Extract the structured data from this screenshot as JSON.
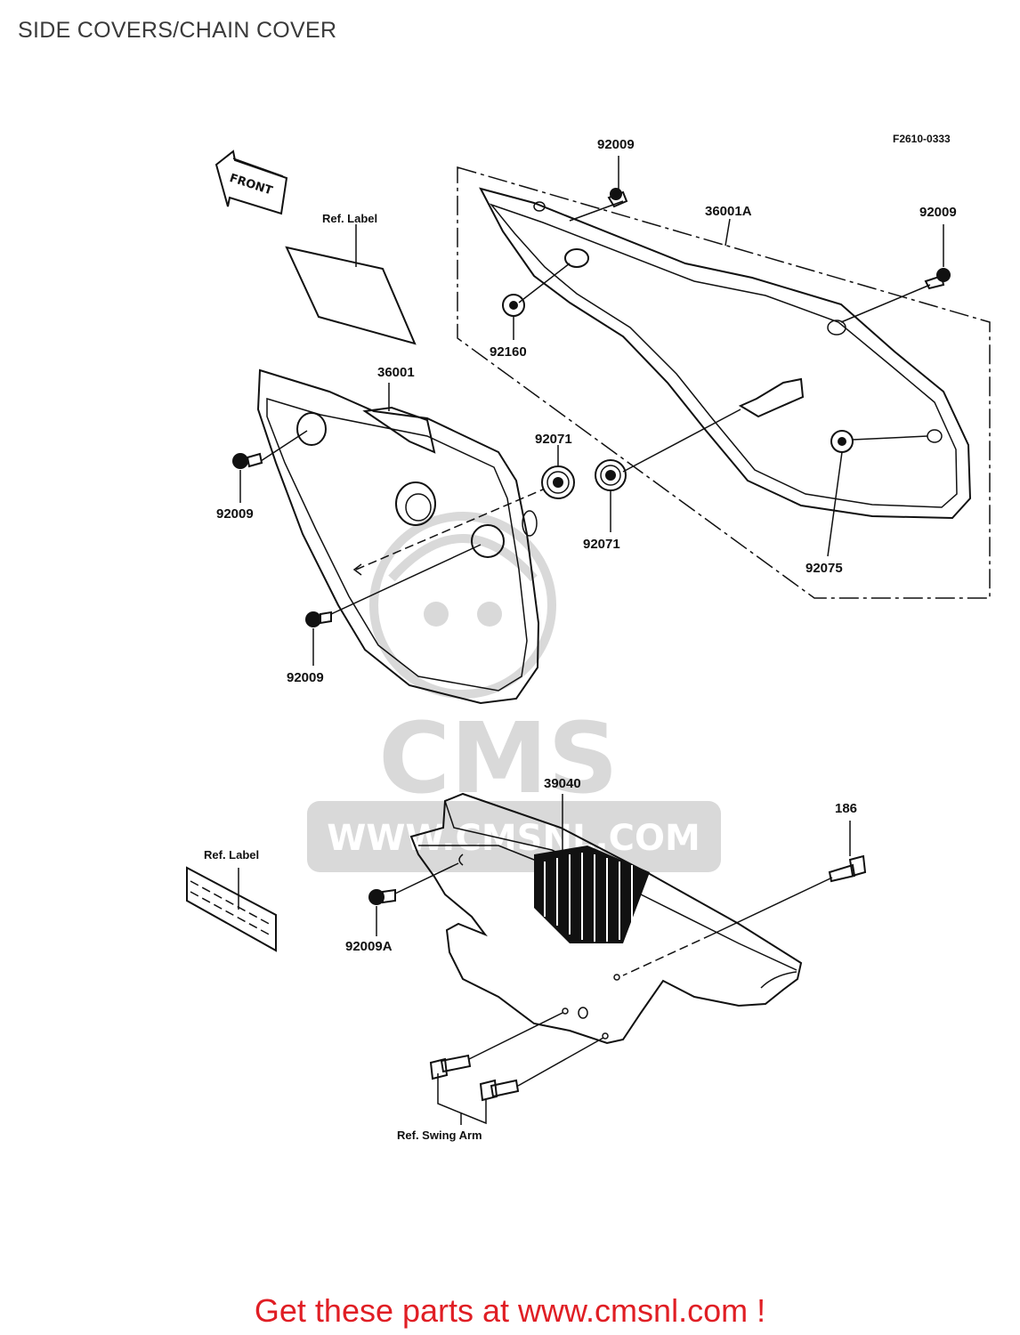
{
  "title": "SIDE COVERS/CHAIN COVER",
  "figure_code": "F2610-0333",
  "front_arrow_text": "FRONT",
  "watermark": {
    "brand": "CMS",
    "url": "WWW.CMSNL.COM"
  },
  "parts": {
    "p36001A": "36001A",
    "p36001": "36001",
    "p39040": "39040",
    "p92009_top": "92009",
    "p92009_right": "92009",
    "p92009_left": "92009",
    "p92009_bottom": "92009",
    "p92009A": "92009A",
    "p92160": "92160",
    "p92071_upper": "92071",
    "p92071_lower": "92071",
    "p92075": "92075",
    "p186": "186"
  },
  "refs": {
    "label_top": "Ref. Label",
    "label_bottom": "Ref. Label",
    "swing_arm": "Ref. Swing Arm"
  },
  "footer": "Get these parts at www.cmsnl.com !"
}
